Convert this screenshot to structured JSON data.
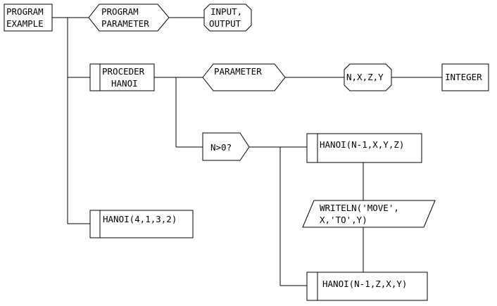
{
  "nodes": {
    "program": {
      "lines": [
        "PROGRAM",
        "EXAMPLE"
      ]
    },
    "program_parameter": {
      "lines": [
        "PROGRAM",
        "PARAMETER"
      ]
    },
    "input_output": {
      "lines": [
        "INPUT,",
        "OUTPUT"
      ]
    },
    "proceder_hanoi": {
      "lines": [
        "PROCEDER",
        "HANOI"
      ]
    },
    "parameter": {
      "lines": [
        "PARAMETER"
      ]
    },
    "params": {
      "lines": [
        "N,X,Z,Y"
      ]
    },
    "integer": {
      "lines": [
        "INTEGER"
      ]
    },
    "condition": {
      "lines": [
        "N>0?"
      ]
    },
    "hanoi_call_1": {
      "lines": [
        "HANOI(N-1,X,Y,Z)"
      ]
    },
    "writeln": {
      "lines": [
        "WRITELN('MOVE',",
        "X,'TO',Y)"
      ]
    },
    "hanoi_call_2": {
      "lines": [
        "HANOI(N-1,Z,X,Y)"
      ]
    },
    "main_call": {
      "lines": [
        "HANOI(4,1,3,2)"
      ]
    }
  }
}
